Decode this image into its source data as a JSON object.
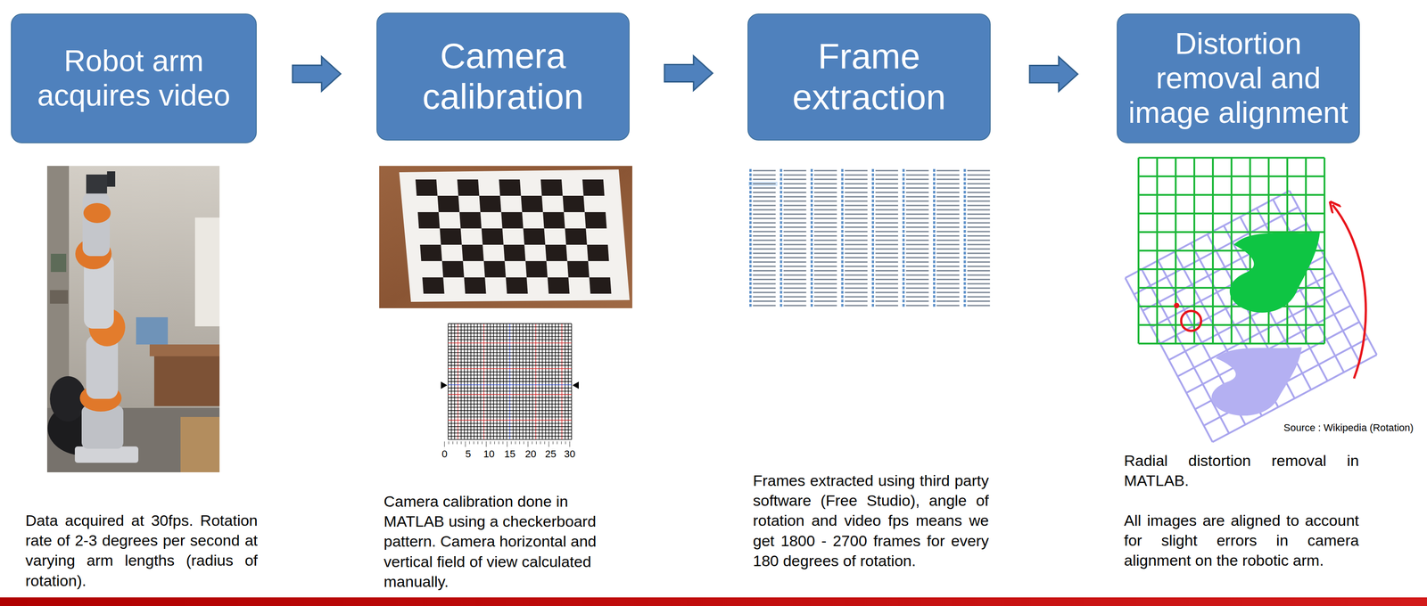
{
  "diagram": {
    "nodes": [
      {
        "text": [
          "Robot arm acquires video"
        ]
      },
      {
        "text": [
          "Camera calibration"
        ]
      },
      {
        "text": [
          "Frame extraction"
        ]
      },
      {
        "text": [
          "Distortion removal and image alignment"
        ]
      }
    ],
    "edges": [
      {
        "from": 0,
        "to": 1,
        "arrow": "to"
      },
      {
        "from": 1,
        "to": 2,
        "arrow": "to"
      },
      {
        "from": 2,
        "to": 3,
        "arrow": "to"
      }
    ],
    "labels": [
      "Data acquired at 30fps. Rotation rate of 2-3 degrees per second at varying arm lengths (radius of rotation).",
      "Camera calibration done in MATLAB using a checkerboard pattern. Camera horizontal and vertical field of view calculated manually.",
      "0",
      "5",
      "10",
      "15",
      "20",
      "25",
      "30",
      "Frames extracted using third party software (Free Studio), angle of rotation and video fps means we get 1800 - 2700 frames for every 180 degrees of rotation.",
      "Source : Wikipedia (Rotation)",
      "Radial distortion removal in MATLAB.",
      "All images are aligned to account for slight errors in camera alignment on the robotic arm."
    ]
  }
}
